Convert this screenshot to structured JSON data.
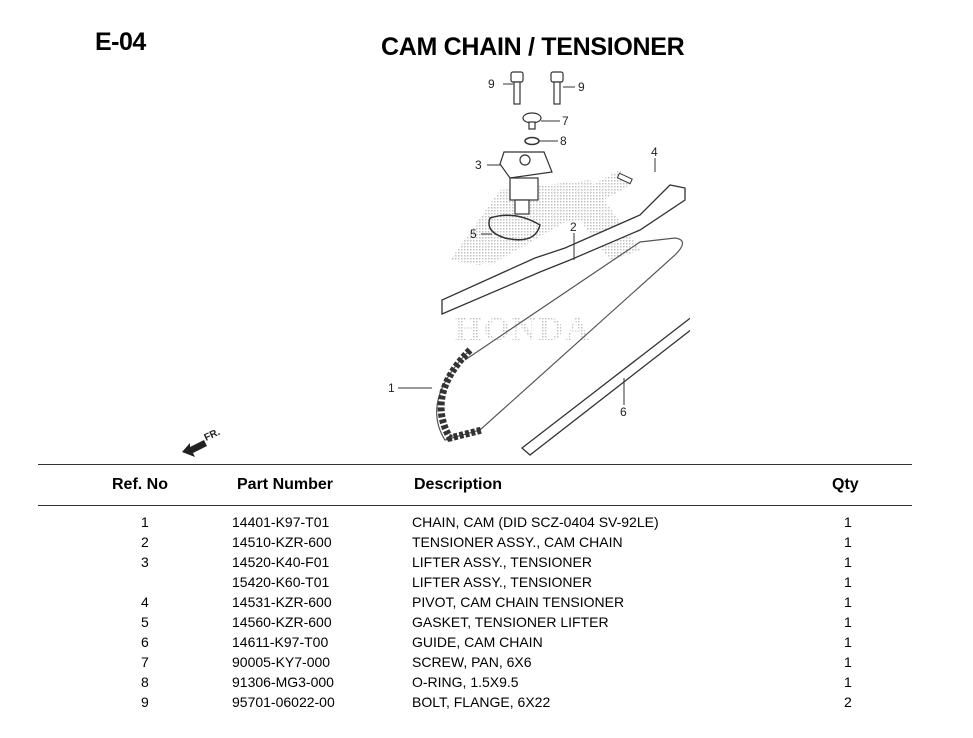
{
  "page": {
    "code": "E-04",
    "title": "CAM CHAIN / TENSIONER"
  },
  "diagram": {
    "watermark": "HONDA",
    "front_marker": "FR.",
    "callouts": [
      "1",
      "2",
      "3",
      "4",
      "5",
      "6",
      "7",
      "8",
      "9",
      "9"
    ]
  },
  "table": {
    "headers": {
      "ref": "Ref. No",
      "part_number": "Part Number",
      "description": "Description",
      "qty": "Qty"
    },
    "rows": [
      {
        "ref": "1",
        "part_number": "14401-K97-T01",
        "description": "CHAIN, CAM (DID SCZ-0404 SV-92LE)",
        "qty": "1"
      },
      {
        "ref": "2",
        "part_number": "14510-KZR-600",
        "description": "TENSIONER ASSY., CAM CHAIN",
        "qty": "1"
      },
      {
        "ref": "3",
        "part_number": "14520-K40-F01",
        "description": "LIFTER ASSY., TENSIONER",
        "qty": "1"
      },
      {
        "ref": "",
        "part_number": "15420-K60-T01",
        "description": "LIFTER ASSY., TENSIONER",
        "qty": "1"
      },
      {
        "ref": "4",
        "part_number": "14531-KZR-600",
        "description": "PIVOT, CAM CHAIN TENSIONER",
        "qty": "1"
      },
      {
        "ref": "5",
        "part_number": "14560-KZR-600",
        "description": "GASKET, TENSIONER LIFTER",
        "qty": "1"
      },
      {
        "ref": "6",
        "part_number": "14611-K97-T00",
        "description": "GUIDE, CAM CHAIN",
        "qty": "1"
      },
      {
        "ref": "7",
        "part_number": "90005-KY7-000",
        "description": "SCREW, PAN, 6X6",
        "qty": "1"
      },
      {
        "ref": "8",
        "part_number": "91306-MG3-000",
        "description": "O-RING, 1.5X9.5",
        "qty": "1"
      },
      {
        "ref": "9",
        "part_number": "95701-06022-00",
        "description": "BOLT, FLANGE, 6X22",
        "qty": "2"
      }
    ]
  }
}
